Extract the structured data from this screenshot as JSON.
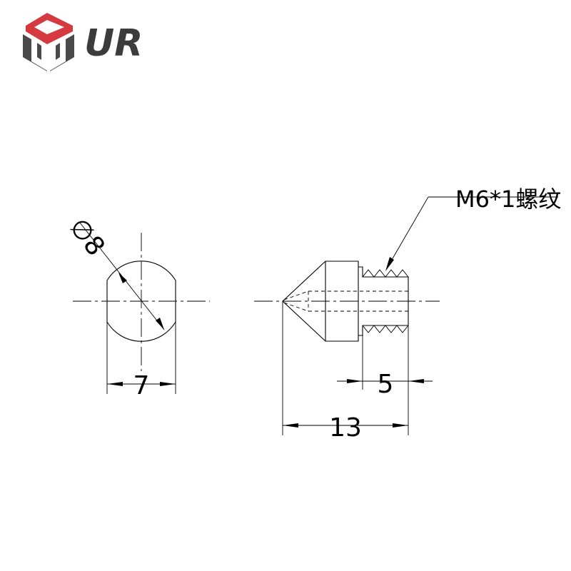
{
  "logo": {
    "text": "UR",
    "accent_color": "#d43a3f",
    "mark_color": "#4a4a4a"
  },
  "diagram": {
    "end_view": {
      "diameter_label": "∅8",
      "flat_width_label": "7"
    },
    "side_view": {
      "thread_label": "M6*1螺纹",
      "thread_length_label": "5",
      "total_length_label": "13"
    }
  }
}
